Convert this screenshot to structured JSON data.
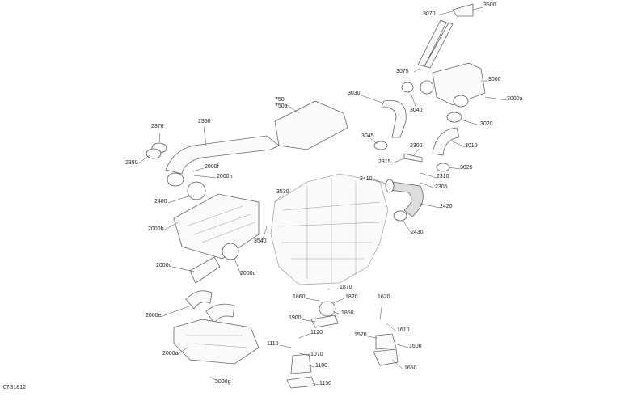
{
  "drawing_id": "07S1812",
  "callouts": [
    "3070",
    "3500",
    "3075",
    "3000",
    "3000a",
    "3030",
    "3040",
    "3020",
    "3045",
    "2300",
    "3010",
    "2315",
    "3025",
    "2310",
    "2410",
    "2305",
    "2420",
    "2430",
    "2370",
    "2350",
    "2380",
    "2000f",
    "2000h",
    "2400",
    "750",
    "750a",
    "3530",
    "2000b",
    "3540",
    "2000c",
    "2000d",
    "1870",
    "1860",
    "1820",
    "1620",
    "1850",
    "1900",
    "1570",
    "1610",
    "2000e",
    "1120",
    "1110",
    "1600",
    "1070",
    "2000a",
    "1100",
    "1650",
    "1150",
    "2000g"
  ]
}
